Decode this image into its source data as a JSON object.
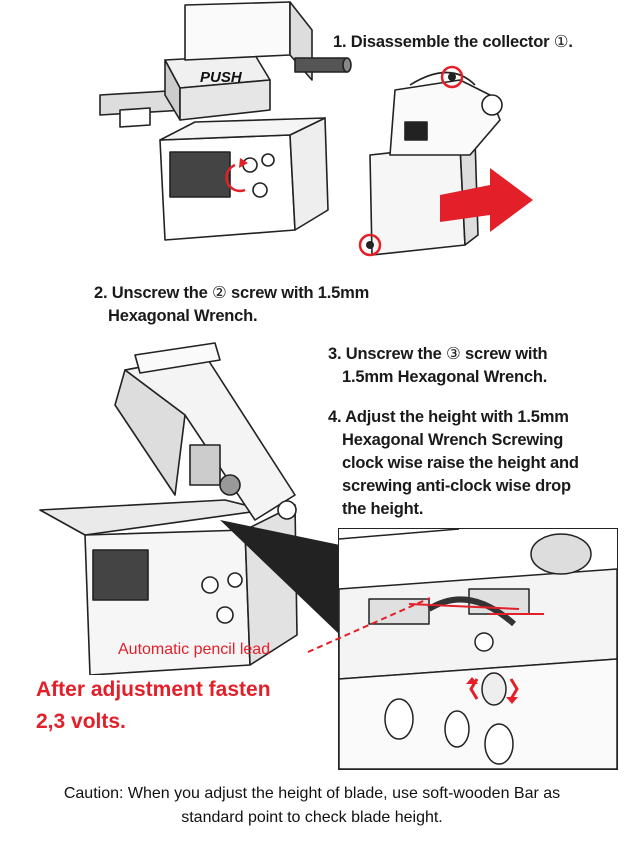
{
  "steps": {
    "step1": {
      "prefix": "1. Disassemble the collector ",
      "marker": "①",
      "suffix": "."
    },
    "step2": {
      "line1_prefix": "2. Unscrew the ",
      "marker": "②",
      "line1_suffix": " screw with 1.5mm",
      "line2": "Hexagonal Wrench."
    },
    "step3": {
      "line1_prefix": "3. Unscrew the ",
      "marker": "③",
      "line1_suffix": " screw with",
      "line2": "1.5mm Hexagonal Wrench."
    },
    "step4": {
      "lines": [
        "4. Adjust the height with 1.5mm",
        "Hexagonal Wrench Screwing",
        "clock wise raise the height and",
        "screwing anti-clock wise drop",
        "the height."
      ]
    }
  },
  "illustration_labels": {
    "push": "PUSH"
  },
  "callout": {
    "pencil_lead": "Automatic pencil lead"
  },
  "warning": {
    "line1": "After adjustment fasten",
    "line2": "2,3 volts."
  },
  "caution": {
    "line1": "Caution: When you adjust the height of blade, use soft-wooden Bar as",
    "line2": "standard point to check blade height."
  },
  "colors": {
    "accent_red": "#e3202a",
    "line": "#222222",
    "shade": "#555555"
  }
}
